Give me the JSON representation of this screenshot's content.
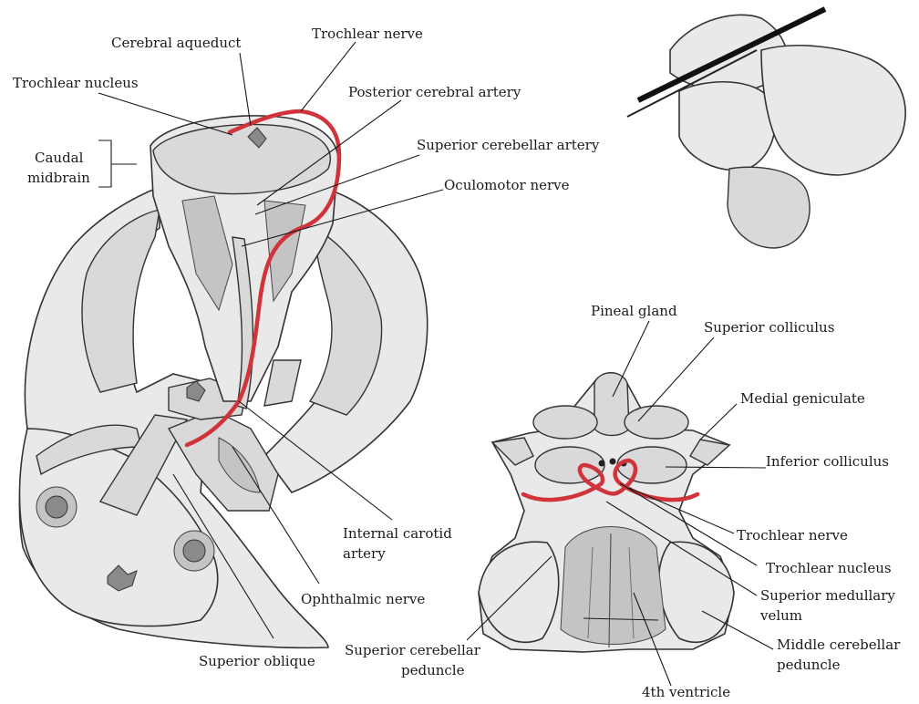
{
  "figure": {
    "left_panel_labels": {
      "cerebral_aqueduct": "Cerebral aqueduct",
      "trochlear_nerve": "Trochlear nerve",
      "trochlear_nucleus": "Trochlear nucleus",
      "posterior_cerebral_artery": "Posterior cerebral artery",
      "caudal_midbrain_line1": "Caudal",
      "caudal_midbrain_line2": "midbrain",
      "superior_cerebellar_artery": "Superior cerebellar artery",
      "oculomotor_nerve": "Oculomotor nerve",
      "internal_carotid_line1": "Internal carotid",
      "internal_carotid_line2": "artery",
      "ophthalmic_nerve": "Ophthalmic nerve",
      "superior_oblique": "Superior oblique"
    },
    "right_panel_labels": {
      "pineal_gland": "Pineal gland",
      "superior_colliculus": "Superior colliculus",
      "medial_geniculate": "Medial geniculate",
      "inferior_colliculus": "Inferior colliculus",
      "trochlear_nerve": "Trochlear nerve",
      "trochlear_nucleus": "Trochlear nucleus",
      "superior_medullary_line1": "Superior medullary",
      "superior_medullary_line2": "velum",
      "middle_cerebellar_line1": "Middle cerebellar",
      "middle_cerebellar_line2": "peduncle",
      "superior_cerebellar_line1": "Superior cerebellar",
      "superior_cerebellar_line2": "peduncle",
      "fourth_ventricle": "4th ventricle"
    },
    "colors": {
      "nerve_highlight": "#d0343a",
      "line_art": "#1a1a1a"
    }
  }
}
